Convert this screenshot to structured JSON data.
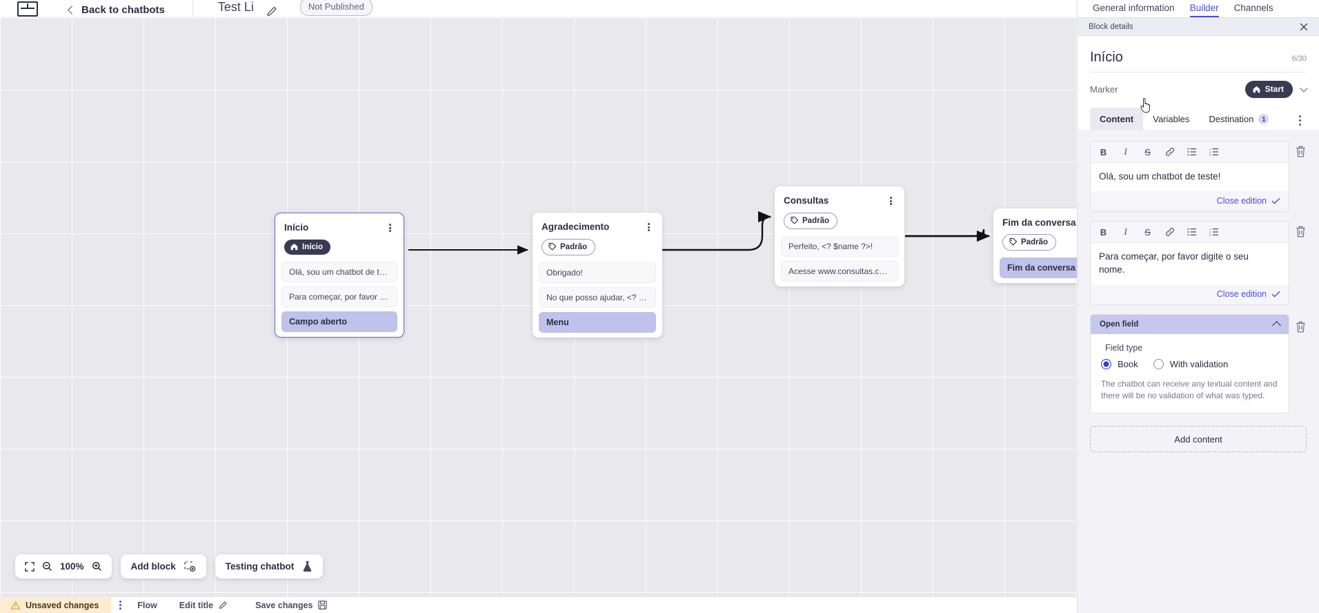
{
  "topbar": {
    "logo_icon": "app-logo-icon",
    "back_label": "Back to chatbots",
    "bot_title": "Test Li",
    "edit_icon": "pencil-icon",
    "publish_status": "Not Published"
  },
  "canvas": {
    "blocks": [
      {
        "id": "inicio",
        "title": "Início",
        "marker_label": "Início",
        "marker_icon": "home-icon",
        "marker_style": "filled",
        "selected": true,
        "items": [
          {
            "text": "Olá, sou um chatbot de teste!",
            "active": false
          },
          {
            "text": "Para começar, por favor digite o ...",
            "active": false
          },
          {
            "text": "Campo aberto",
            "active": true
          }
        ]
      },
      {
        "id": "agradecimento",
        "title": "Agradecimento",
        "marker_label": "Padrão",
        "marker_icon": "tag-icon",
        "marker_style": "outline",
        "selected": false,
        "items": [
          {
            "text": "Obrigado!",
            "active": false
          },
          {
            "text": "No que posso ajudar, <? $name ...",
            "active": false
          },
          {
            "text": "Menu",
            "active": true
          }
        ]
      },
      {
        "id": "consultas",
        "title": "Consultas",
        "marker_label": "Padrão",
        "marker_icon": "tag-icon",
        "marker_style": "outline",
        "selected": false,
        "items": [
          {
            "text": "Perfeito, <? $name ?>!",
            "active": false
          },
          {
            "text": "Acesse www.consultas.com par...",
            "active": false
          }
        ]
      },
      {
        "id": "fim-da-conversa",
        "title": "Fim da conversa",
        "marker_label": "Padrão",
        "marker_icon": "tag-icon",
        "marker_style": "outline",
        "selected": false,
        "items": [
          {
            "text": "Fim da conversa",
            "active": true
          }
        ]
      }
    ]
  },
  "toolbar": {
    "fit_icon": "fit-screen-icon",
    "zoom_out_icon": "zoom-out-icon",
    "zoom_level": "100%",
    "zoom_in_icon": "zoom-in-icon",
    "add_block_label": "Add block",
    "add_block_icon": "add-block-icon",
    "testing_label": "Testing chatbot",
    "testing_icon": "flask-icon"
  },
  "statusbar": {
    "warning_icon": "warning-icon",
    "unsaved_label": "Unsaved changes",
    "more_icon": "more-vertical-icon",
    "flow_label": "Flow",
    "edit_title_label": "Edit title",
    "edit_title_icon": "pencil-icon",
    "save_label": "Save changes",
    "save_icon": "save-disk-icon"
  },
  "panel": {
    "tabs": [
      {
        "label": "General information",
        "active": false
      },
      {
        "label": "Builder",
        "active": true
      },
      {
        "label": "Channels",
        "active": false
      }
    ],
    "block_details_label": "Block details",
    "close_icon": "close-icon",
    "block_name": "Início",
    "char_counter": "6/30",
    "marker_label": "Marker",
    "marker_value": "Start",
    "marker_icon": "home-icon",
    "marker_chevron_icon": "chevron-down-icon",
    "content_tabs": [
      {
        "label": "Content",
        "active": true,
        "badge": null
      },
      {
        "label": "Variables",
        "active": false,
        "badge": null
      },
      {
        "label": "Destination",
        "active": false,
        "badge": "1"
      }
    ],
    "tab_more_icon": "more-vertical-icon",
    "editors": [
      {
        "text": "Olá, sou um chatbot de teste!",
        "close_label": "Close edition",
        "check_icon": "check-icon",
        "delete_icon": "trash-icon",
        "tools": [
          "B",
          "I",
          "S",
          "link-icon",
          "bullet-list-icon",
          "numbered-list-icon"
        ]
      },
      {
        "text": "Para começar, por favor digite o seu nome.",
        "close_label": "Close edition",
        "check_icon": "check-icon",
        "delete_icon": "trash-icon",
        "tools": [
          "B",
          "I",
          "S",
          "link-icon",
          "bullet-list-icon",
          "numbered-list-icon"
        ]
      }
    ],
    "open_field": {
      "title": "Open field",
      "collapse_icon": "chevron-up-icon",
      "delete_icon": "trash-icon",
      "field_type_label": "Field type",
      "options": [
        {
          "label": "Book",
          "selected": true
        },
        {
          "label": "With validation",
          "selected": false
        }
      ],
      "description": "The chatbot can receive any textual content and there will be no validation of what was typed."
    },
    "add_content_label": "Add content"
  },
  "colors": {
    "accent": "#4b4be0",
    "marker_dark": "#3a3a52",
    "selected_block_border": "#6b63c9",
    "item_active_bg": "#bfc2ea",
    "open_field_header": "#c5c8ec",
    "unsaved_bg": "#fdecd2",
    "canvas_bg": "#e9e9ed"
  }
}
